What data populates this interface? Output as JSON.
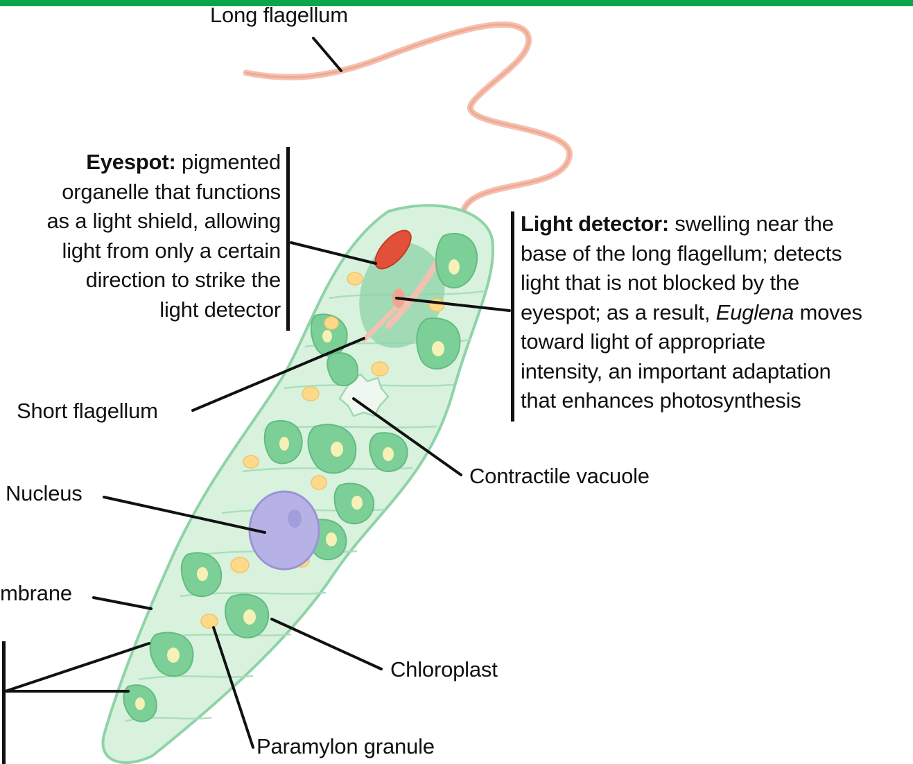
{
  "labels": {
    "long_flagellum": "Long flagellum",
    "short_flagellum": "Short flagellum",
    "contractile_vacuole": "Contractile vacuole",
    "nucleus": "Nucleus",
    "membrane": "mbrane",
    "chloroplast": "Chloroplast",
    "paramylon_granule": "Paramylon granule"
  },
  "eyespot": {
    "term": "Eyespot:",
    "lines": [
      "pigmented",
      "organelle that functions",
      "as a light shield, allowing",
      "light from only a certain",
      "direction to strike the",
      "light detector"
    ]
  },
  "light_detector": {
    "term": "Light detector:",
    "line1_rest": "swelling near the",
    "line2": "base of the long flagellum; detects",
    "line3": "light that is not blocked by the",
    "line4_a": "eyespot; as a result,",
    "line4_italic": "Euglena",
    "line4_b": "moves",
    "line5": "toward light of appropriate",
    "line6": "intensity, an important adaptation",
    "line7": "that enhances photosynthesis"
  },
  "colors": {
    "top_bar": "#0aa64a",
    "cell_fill": "#d6f0dc",
    "cell_stroke": "#8fd3a8",
    "chloroplast": "#7ccf96",
    "paramylon": "#ffd98a",
    "eyespot": "#e2503a",
    "flagellum": "#f3b3a0",
    "nucleus": "#b7b2e6"
  }
}
